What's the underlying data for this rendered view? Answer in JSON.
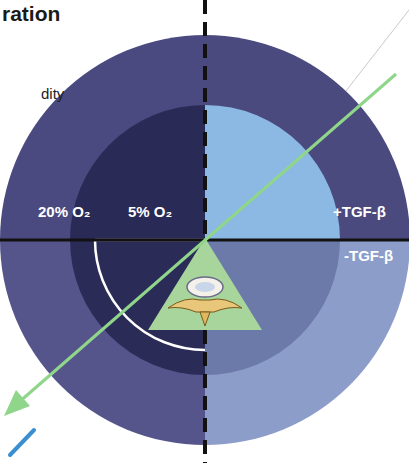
{
  "diagram": {
    "title": "ration",
    "labels": [
      "dity",
      "20% O₂",
      "5% O₂",
      "+TGF-β",
      "-TGF-β"
    ]
  }
}
